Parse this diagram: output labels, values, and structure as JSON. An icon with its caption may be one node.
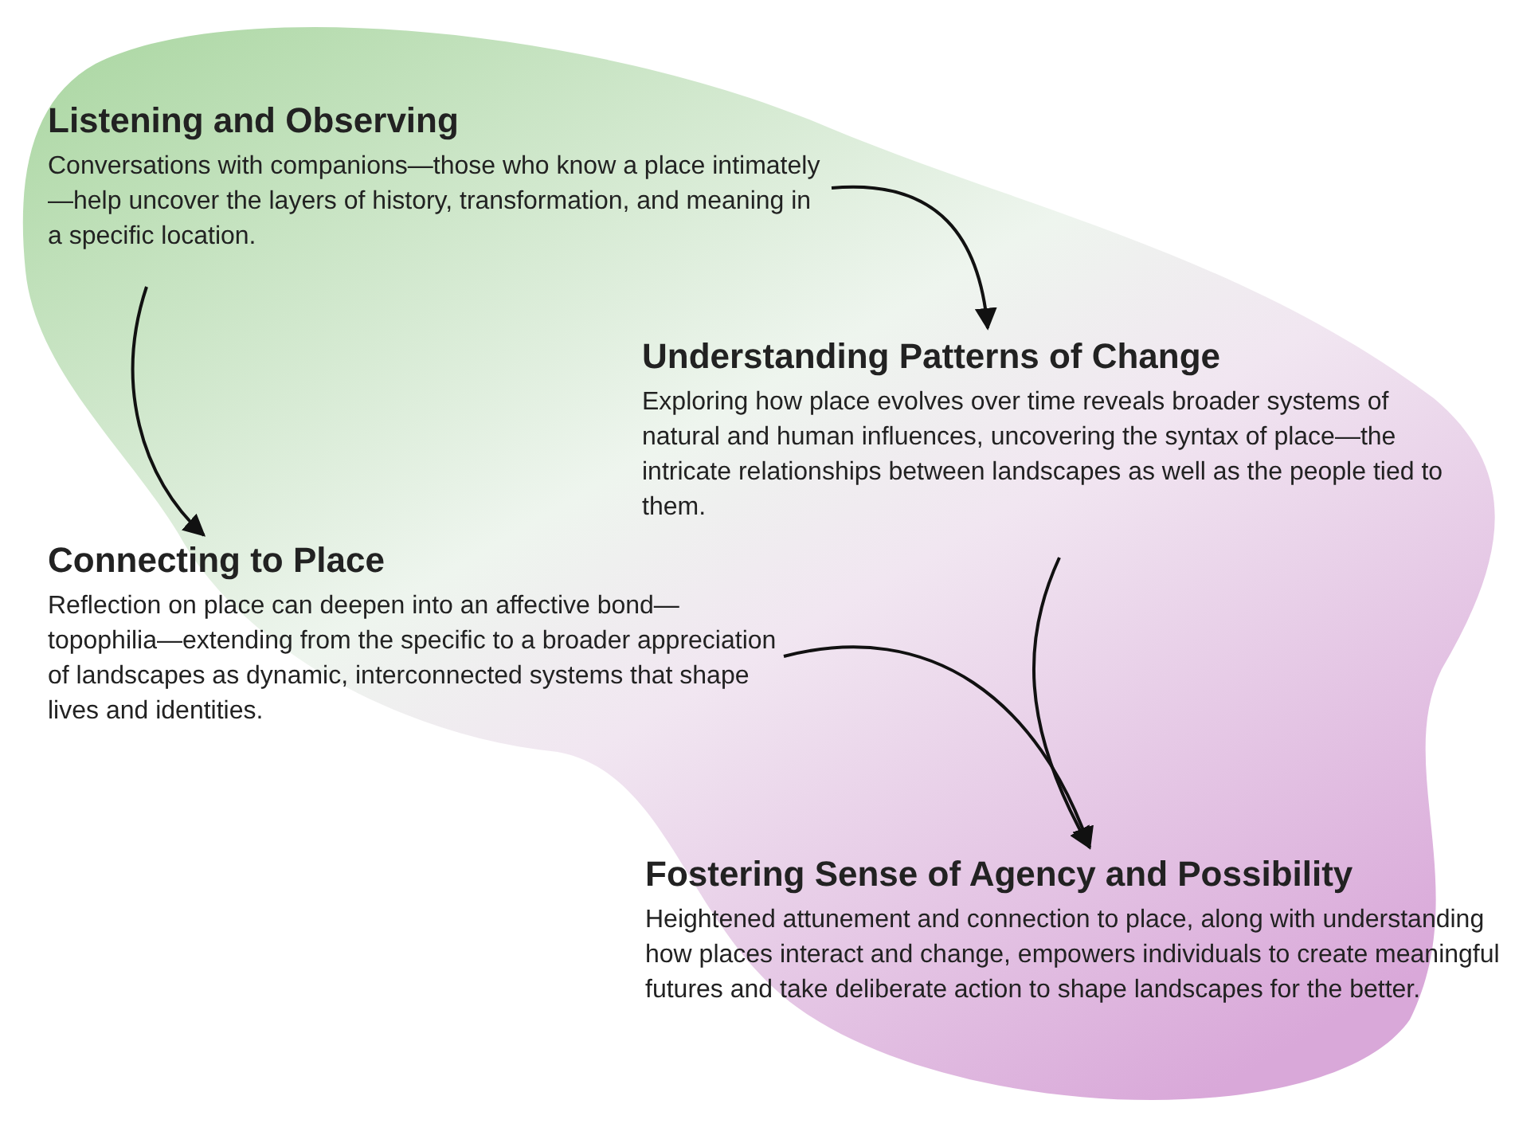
{
  "diagram": {
    "nodes": [
      {
        "text": [
          "Listening and Observing",
          "Conversations with companions—those who know a place intimately—help uncover the layers of history, transformation, and meaning in a specific location."
        ]
      },
      {
        "text": [
          "Understanding Patterns of Change",
          "Exploring how place evolves over time reveals broader systems of natural and human influences, uncovering the syntax of place—the intricate relationships between landscapes as well as the people tied to them."
        ]
      },
      {
        "text": [
          "Connecting to Place",
          "Reflection on place can deepen into an affective bond—topophilia—extending from the specific to a broader appreciation of landscapes as dynamic, interconnected systems that shape lives and identities."
        ]
      },
      {
        "text": [
          "Fostering Sense of Agency and Possibility",
          "Heightened attunement and connection to place, along with understanding how places interact and change, empowers individuals to create meaningful futures and take deliberate action to shape landscapes for the better."
        ]
      }
    ],
    "edges": [
      {
        "from": 0,
        "to": 1,
        "arrow": "to"
      },
      {
        "from": 0,
        "to": 2,
        "arrow": "to"
      },
      {
        "from": 2,
        "to": 3,
        "arrow": "to"
      },
      {
        "from": 1,
        "to": 3,
        "arrow": "to"
      }
    ]
  }
}
